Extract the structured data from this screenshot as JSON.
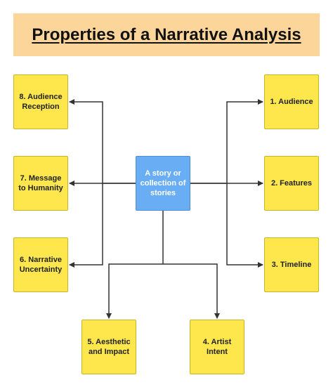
{
  "title": "Properties of a Narrative Analysis",
  "center": "A story or collection of stories",
  "nodes": {
    "audience": "1. Audience",
    "features": "2. Features",
    "timeline": "3. Timeline",
    "artist_intent": "4. Artist Intent",
    "aesthetic": "5. Aesthetic and Impact",
    "uncertainty": "6. Narrative Uncertainty",
    "message": "7. Message to Humanity",
    "reception": "8. Audience Reception"
  },
  "colors": {
    "title_background": "#fbd59a",
    "node_fill": "#fde74c",
    "center_fill": "#69aef5",
    "connector": "#333333"
  }
}
